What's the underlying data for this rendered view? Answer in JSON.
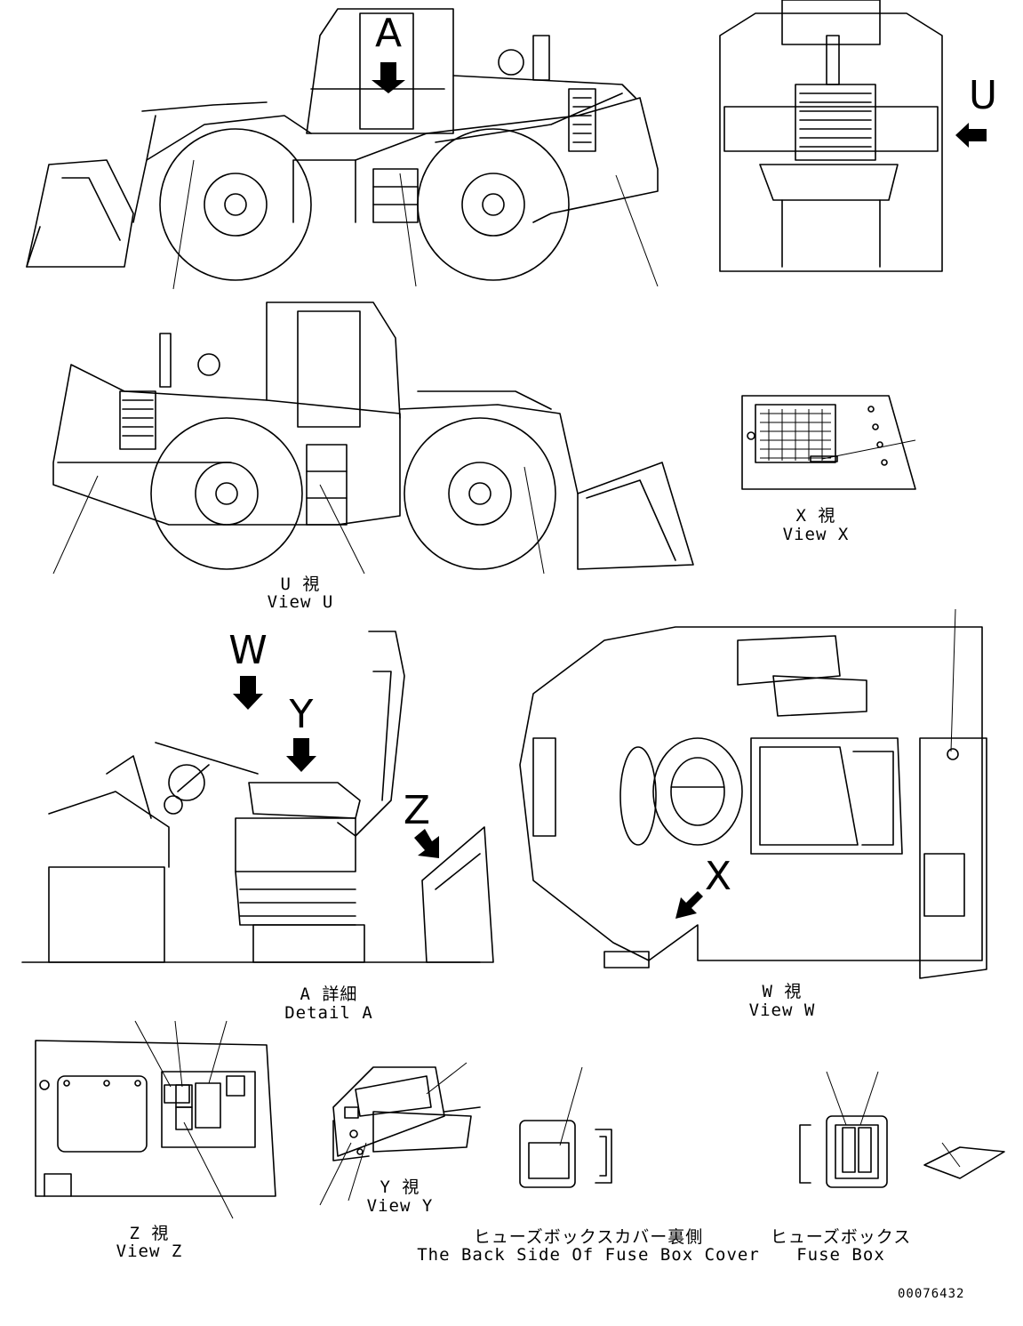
{
  "view_labels": {
    "view_u": [
      "U 視",
      "View U"
    ],
    "view_x": [
      "X 視",
      "View X"
    ],
    "detail_a": [
      "A 詳細",
      "Detail A"
    ],
    "view_w": [
      "W 視",
      "View W"
    ],
    "view_z": [
      "Z 視",
      "View Z"
    ],
    "view_y": [
      "Y 視",
      "View Y"
    ],
    "fuse_cover": [
      "ヒューズボックスカバー裏側",
      "The Back Side Of Fuse Box Cover"
    ],
    "fuse_box": [
      "ヒューズボックス",
      "Fuse Box"
    ]
  },
  "view_letters": {
    "a": "A",
    "u": "U",
    "w": "W",
    "y": "Y",
    "z": "Z",
    "x": "X"
  },
  "part_number": "00076432"
}
